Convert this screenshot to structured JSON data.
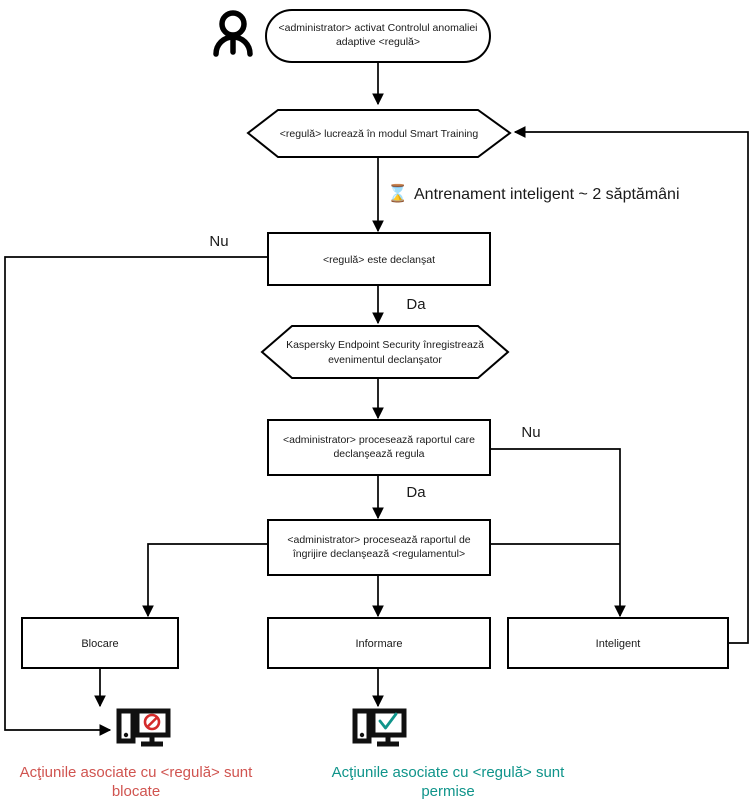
{
  "diagram": {
    "title": "Adaptive Anomaly Control rule workflow",
    "language": "ro"
  },
  "nodes": {
    "actor": {
      "icon": "person-actor-icon"
    },
    "start": {
      "shape": "rounded-rectangle",
      "line1": "<administrator> activat Controlul anomaliei",
      "line2": "adaptive <regulă>"
    },
    "smart_training": {
      "shape": "hexagon",
      "line1": "<regulă> lucrează în modul Smart Training"
    },
    "rule_triggered": {
      "shape": "rectangle",
      "line1": "<regulă> este declanşat"
    },
    "kes_records": {
      "shape": "hexagon",
      "line1": "Kaspersky Endpoint Security înregistrează",
      "line2": "evenimentul declanşator"
    },
    "admin_report": {
      "shape": "rectangle",
      "line1": "<administrator> procesează raportul care",
      "line2": "declanşează regula"
    },
    "admin_care_report": {
      "shape": "rectangle",
      "line1": "<administrator> procesează raportul de",
      "line2": "îngrijire declanşează <regulamentul>"
    },
    "block": {
      "shape": "rectangle",
      "label": "Blocare"
    },
    "inform": {
      "shape": "rectangle",
      "label": "Informare"
    },
    "smart": {
      "shape": "rectangle",
      "label": "Inteligent"
    }
  },
  "notes": {
    "training_duration": {
      "icon": "hourglass-icon",
      "glyph": "⌛",
      "text": "Antrenament inteligent ~ 2 săptămâni"
    }
  },
  "edge_labels": {
    "no_1": "Nu",
    "yes_1": "Da",
    "no_2": "Nu",
    "yes_2": "Da"
  },
  "outcomes": {
    "blocked": {
      "icon": "monitor-blocked-icon",
      "line1": "Acţiunile asociate cu <regulă> sunt",
      "line2": "blocate",
      "color": "#d05450"
    },
    "allowed": {
      "icon": "monitor-allowed-icon",
      "line1": "Acţiunile asociate cu <regulă> sunt",
      "line2": "permise",
      "color": "#0f948a"
    }
  },
  "colors": {
    "stroke": "#000000",
    "background": "#ffffff",
    "blocked": "#d05450",
    "allowed": "#0f948a",
    "text": "#1a1a1a"
  }
}
